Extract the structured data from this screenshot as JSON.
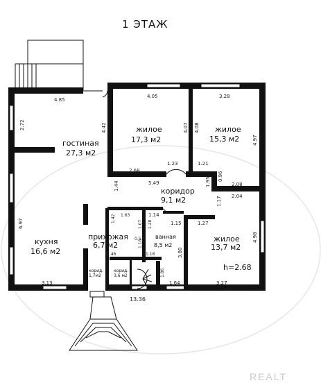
{
  "title": "1 ЭТАЖ",
  "watermark": "REALT",
  "height_note": "h=2.68",
  "rooms": [
    {
      "name": "гостиная",
      "area": "27,3 м2"
    },
    {
      "name": "жилое",
      "area": "17,3 м2"
    },
    {
      "name": "жилое",
      "area": "15,3 м2"
    },
    {
      "name": "коридор",
      "area": "9,1 м2"
    },
    {
      "name": "кухня",
      "area": "16,6 м2"
    },
    {
      "name": "прихожая",
      "area": "6,7 м2"
    },
    {
      "name": "ванная",
      "area": "8,5 м2"
    },
    {
      "name": "жилое",
      "area": "13,7 м2"
    },
    {
      "name": "корид.",
      "area": "1,7м2"
    },
    {
      "name": "корид.",
      "area": "3,6 м2"
    }
  ],
  "dims": [
    "4.85",
    "4.05",
    "3.28",
    "2.72",
    "4.42",
    "4.07",
    "4.08",
    "4.97",
    "2.68",
    "1.23",
    "1.21",
    "0.96",
    "5.49",
    "1.44",
    "2.08",
    "2.04",
    "1.95",
    "1.17",
    "6.97",
    "1.63",
    "1.14",
    "1.15",
    "1.27",
    "0.57",
    "1.28",
    "1.07",
    "1.42",
    "2.46",
    "1.18",
    "1.18",
    "3.80",
    "4.98",
    "3.13",
    "1.64",
    "3.27",
    "13.36",
    "1.86"
  ]
}
